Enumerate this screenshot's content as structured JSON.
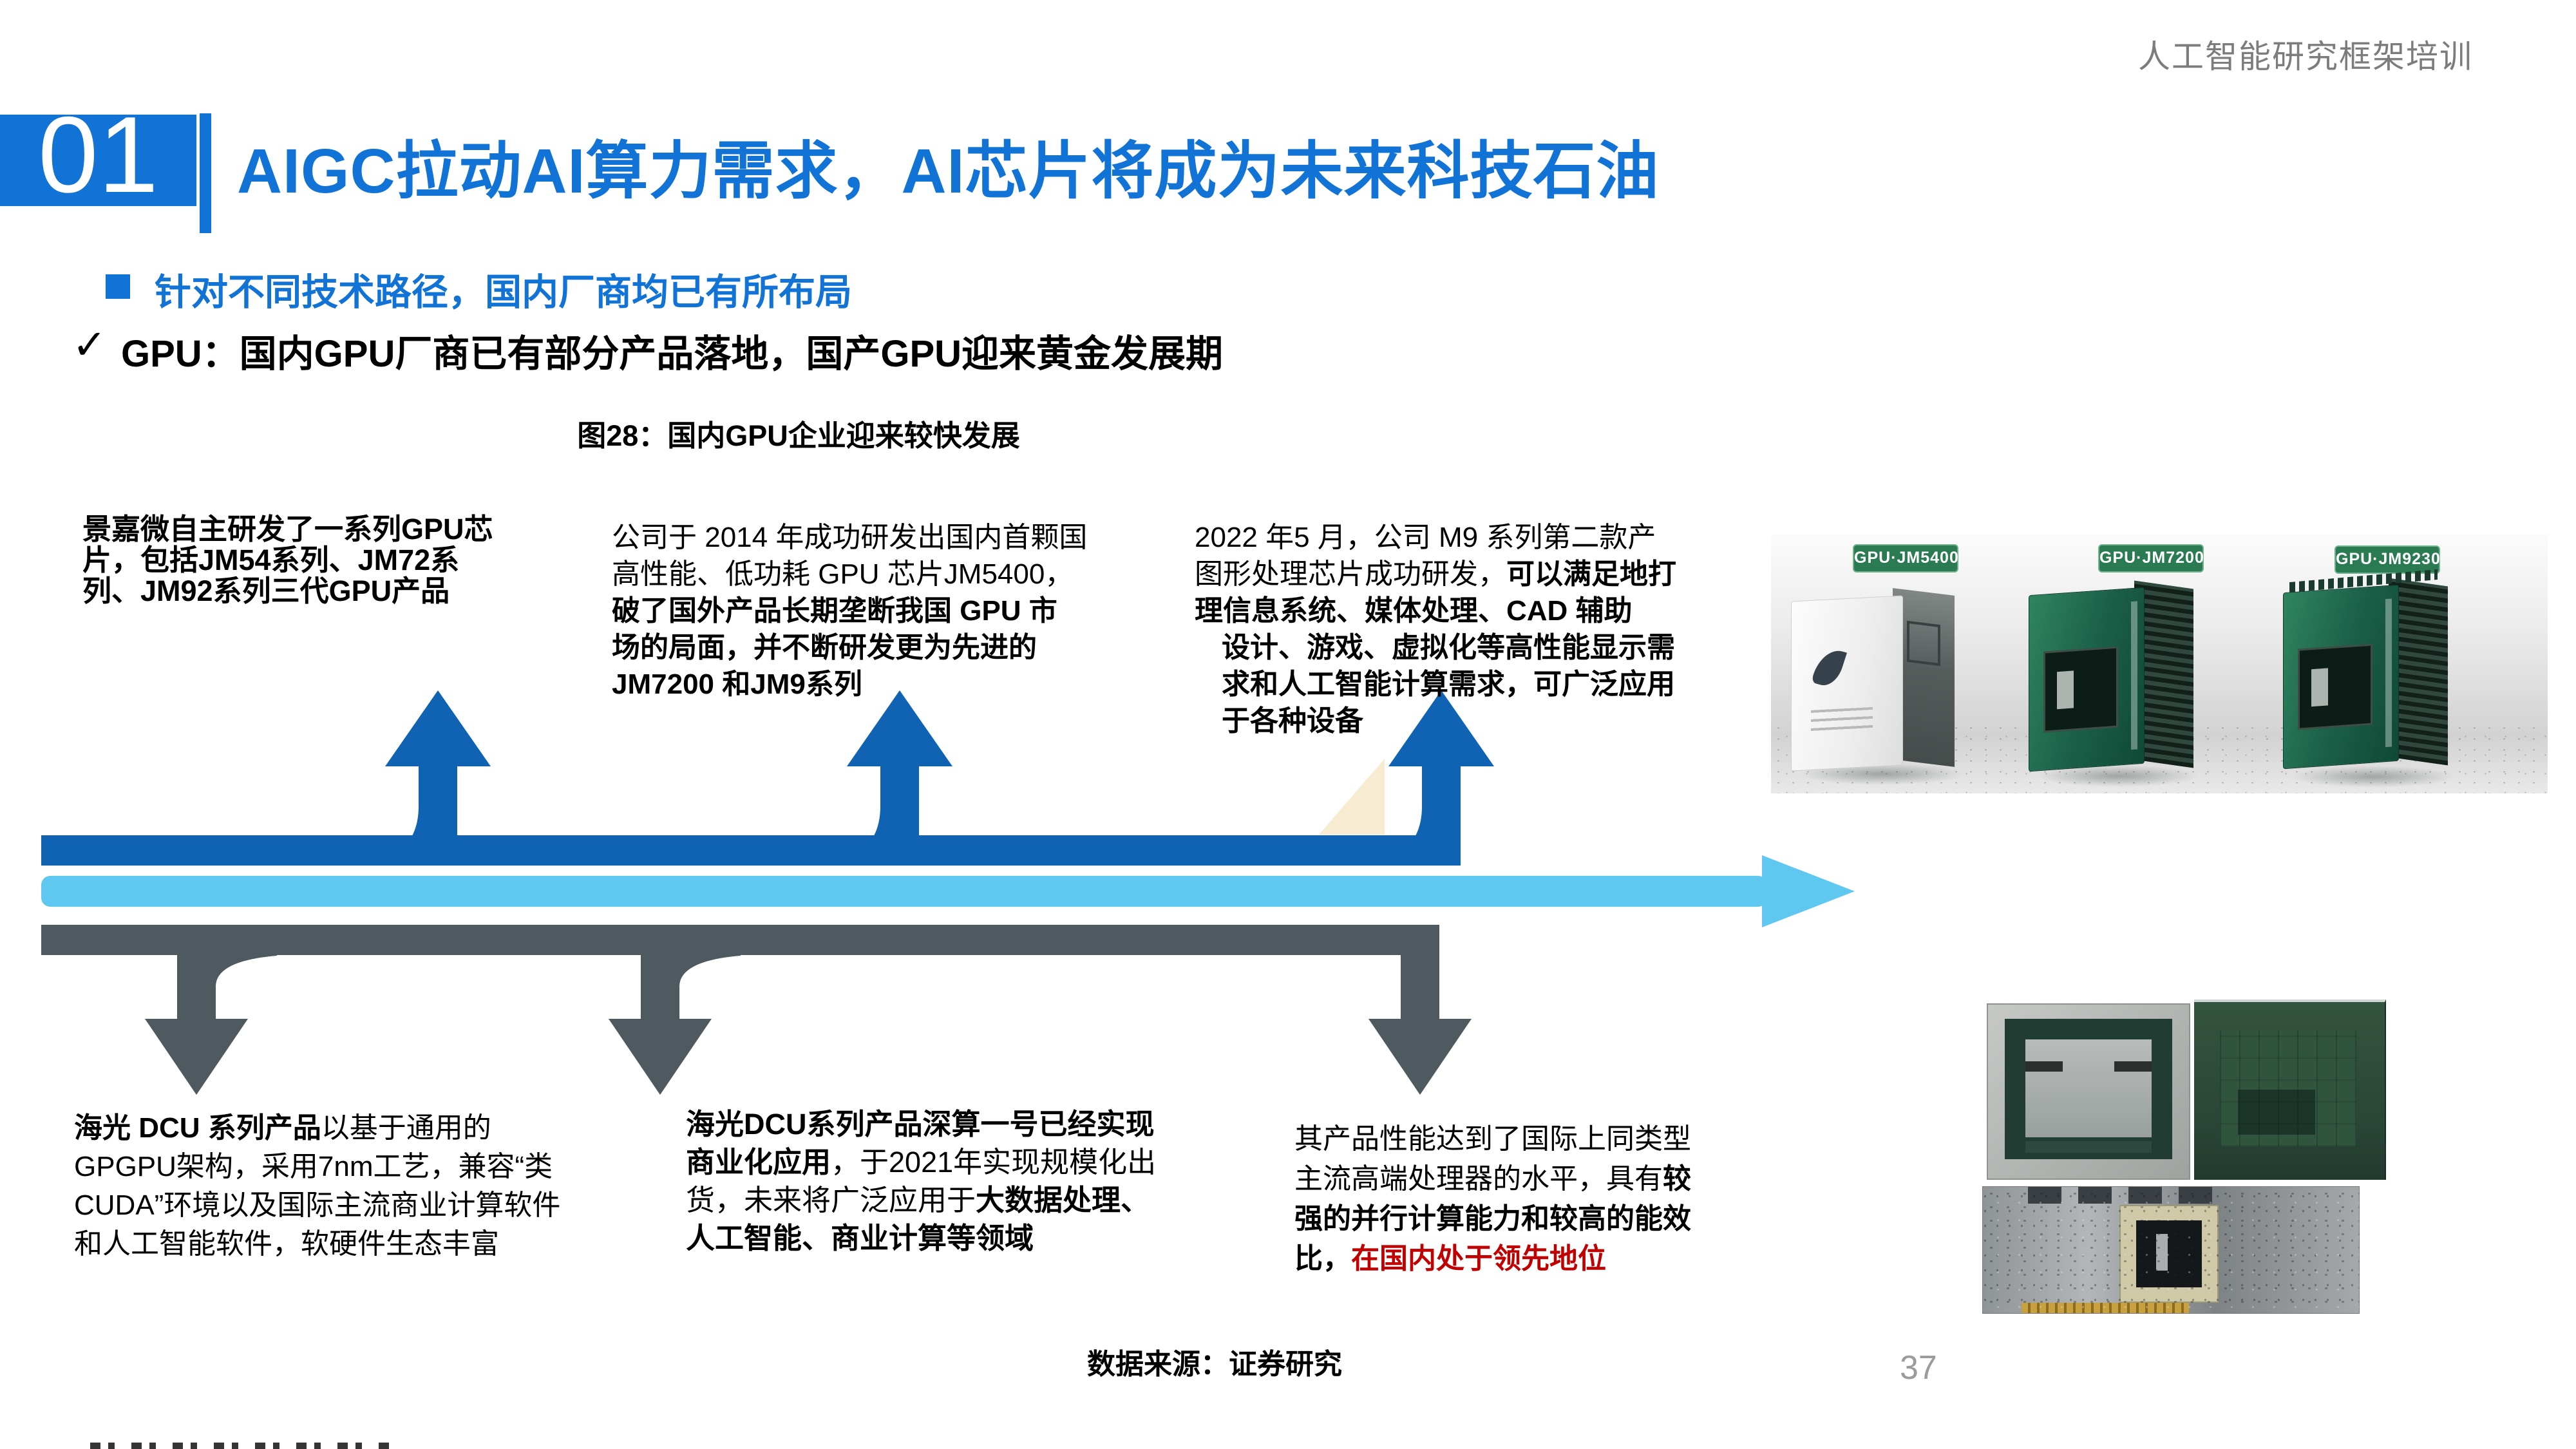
{
  "header": {
    "right_text": "人工智能研究框架培训"
  },
  "section": {
    "number": "01",
    "title": "AIGC拉动AI算力需求，AI芯片将成为未来科技石油"
  },
  "bullets": {
    "level1": "针对不同技术路径，国内厂商均已有所布局",
    "check_mark": "✓",
    "level2": "GPU：国内GPU厂商已有部分产品落地，国产GPU迎来黄金发展期"
  },
  "figure": {
    "caption": "图28：国内GPU企业迎来较快发展"
  },
  "colors": {
    "accent_blue": "#1173d6",
    "arrow_blue": "#0f63b2",
    "light_blue": "#5ec8f0",
    "arrow_gray": "#4f5960",
    "highlight_red": "#c00000",
    "badge_green": "#2a7a52",
    "cream": "#f7ecd2"
  },
  "blocks": {
    "jingjiawei": {
      "lines": [
        {
          "runs": [
            {
              "style": "b",
              "text": "景嘉微自主研发了一系列GPU芯"
            }
          ]
        },
        {
          "runs": [
            {
              "style": "b",
              "text": "片，包括JM54系列、JM72系"
            }
          ]
        },
        {
          "runs": [
            {
              "style": "b",
              "text": "列、JM92系列三代GPU产品"
            }
          ]
        }
      ]
    },
    "jm5400": {
      "lines": [
        {
          "runs": [
            {
              "style": "r",
              "text": "公司于 2014 年成功研发出国内首颗国"
            }
          ]
        },
        {
          "runs": [
            {
              "style": "r",
              "text": "高性能、低功耗 GPU 芯片JM5400，"
            }
          ]
        },
        {
          "runs": [
            {
              "style": "b",
              "text": "破了国外产品长期垄断我国 GPU 市"
            }
          ]
        },
        {
          "runs": [
            {
              "style": "b",
              "text": "场的局面，并不断研发更为先进的"
            }
          ]
        },
        {
          "runs": [
            {
              "style": "b",
              "text": "JM7200 和JM9系列"
            }
          ]
        }
      ]
    },
    "m9": {
      "lines": [
        {
          "runs": [
            {
              "style": "r",
              "text": "2022 年5 月，公司 M9 系列第二款产"
            }
          ]
        },
        {
          "runs": [
            {
              "style": "r",
              "text": "图形处理芯片成功研发，"
            },
            {
              "style": "b",
              "text": "可以满足地打"
            }
          ]
        },
        {
          "runs": [
            {
              "style": "b",
              "text": "理信息系统、媒体处理、CAD 辅助"
            }
          ]
        },
        {
          "indent": 42,
          "runs": [
            {
              "style": "b",
              "text": "设计、游戏、虚拟化等高性能显示需"
            }
          ]
        },
        {
          "indent": 42,
          "runs": [
            {
              "style": "b",
              "text": "求和人工智能计算需求，可广泛应用"
            }
          ]
        },
        {
          "indent": 42,
          "runs": [
            {
              "style": "b",
              "text": "于各种设备"
            }
          ]
        }
      ]
    },
    "haiguang_dcu": {
      "lines": [
        {
          "runs": [
            {
              "style": "b",
              "text": "海光 DCU 系列产品"
            },
            {
              "style": "r",
              "text": "以基于通用的"
            }
          ]
        },
        {
          "runs": [
            {
              "style": "r",
              "text": "GPGPU架构，采用7nm工艺，兼容“类"
            }
          ]
        },
        {
          "runs": [
            {
              "style": "r",
              "text": "CUDA”环境以及国际主流商业计算软件"
            }
          ]
        },
        {
          "runs": [
            {
              "style": "r",
              "text": "和人工智能软件，软硬件生态丰富"
            }
          ]
        }
      ]
    },
    "shensuan": {
      "lines": [
        {
          "runs": [
            {
              "style": "b",
              "text": "海光DCU系列产品深算一号已经实现"
            }
          ]
        },
        {
          "runs": [
            {
              "style": "b",
              "text": "商业化应用"
            },
            {
              "style": "r",
              "text": "，于2021年实现规模化出"
            }
          ]
        },
        {
          "runs": [
            {
              "style": "r",
              "text": "货，未来将广泛应用于"
            },
            {
              "style": "b",
              "text": "大数据处理、"
            }
          ]
        },
        {
          "runs": [
            {
              "style": "b",
              "text": "人工智能、商业计算等领域"
            }
          ]
        }
      ]
    },
    "performance": {
      "lines": [
        {
          "runs": [
            {
              "style": "r",
              "text": "其产品性能达到了国际上同类型"
            }
          ]
        },
        {
          "runs": [
            {
              "style": "r",
              "text": "主流高端处理器的水平，具有"
            },
            {
              "style": "b",
              "text": "较"
            }
          ]
        },
        {
          "runs": [
            {
              "style": "b",
              "text": "强的并行计算能力和较高的能效"
            }
          ]
        },
        {
          "runs": [
            {
              "style": "b",
              "text": "比，"
            },
            {
              "style": "rb",
              "text": "在国内处于领先地位"
            }
          ]
        }
      ]
    }
  },
  "products": {
    "labels": [
      "GPU·JM5400",
      "GPU·JM7200",
      "GPU·JM9230"
    ]
  },
  "footer": {
    "source": "数据来源：证券研究",
    "page_number": "37"
  }
}
